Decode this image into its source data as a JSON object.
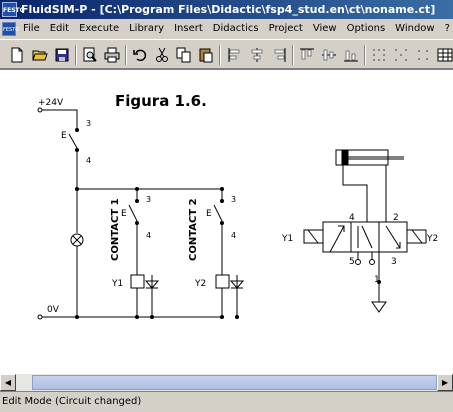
{
  "window": {
    "title": "FluidSIM-P - [C:\\Program Files\\Didactic\\fsp4_stud.en\\ct\\noname.ct]",
    "app_icon_text": "FESTO"
  },
  "menu": {
    "items": [
      "File",
      "Edit",
      "Execute",
      "Library",
      "Insert",
      "Didactics",
      "Project",
      "View",
      "Options",
      "Window",
      "?"
    ]
  },
  "toolbar": {
    "icons": [
      "new-icon",
      "open-icon",
      "save-icon",
      "print-preview-icon",
      "print-icon",
      "undo-icon",
      "cut-icon",
      "copy-icon",
      "paste-icon",
      "align-left-icon",
      "align-center-icon",
      "align-right-icon",
      "align-top-icon",
      "align-middle-icon",
      "align-bottom-icon",
      "grid-icon",
      "grid2-icon",
      "grid3-icon",
      "table-icon"
    ]
  },
  "diagram": {
    "figure_title": "Figura 1.6.",
    "supply_label": "+24V",
    "ground_label": "0V",
    "switch_top_label": "E",
    "term_3": "3",
    "term_4": "4",
    "contact1_label": "CONTACT 1",
    "contact2_label": "CONTACT 2",
    "coil1_label": "Y1",
    "coil2_label": "Y2",
    "valve_port_4": "4",
    "valve_port_2": "2",
    "valve_port_5": "5",
    "valve_port_3": "3",
    "valve_port_1": "1",
    "valve_sol_left": "Y1",
    "valve_sol_right": "Y2"
  },
  "status": {
    "text": "Edit Mode (Circuit changed)"
  }
}
